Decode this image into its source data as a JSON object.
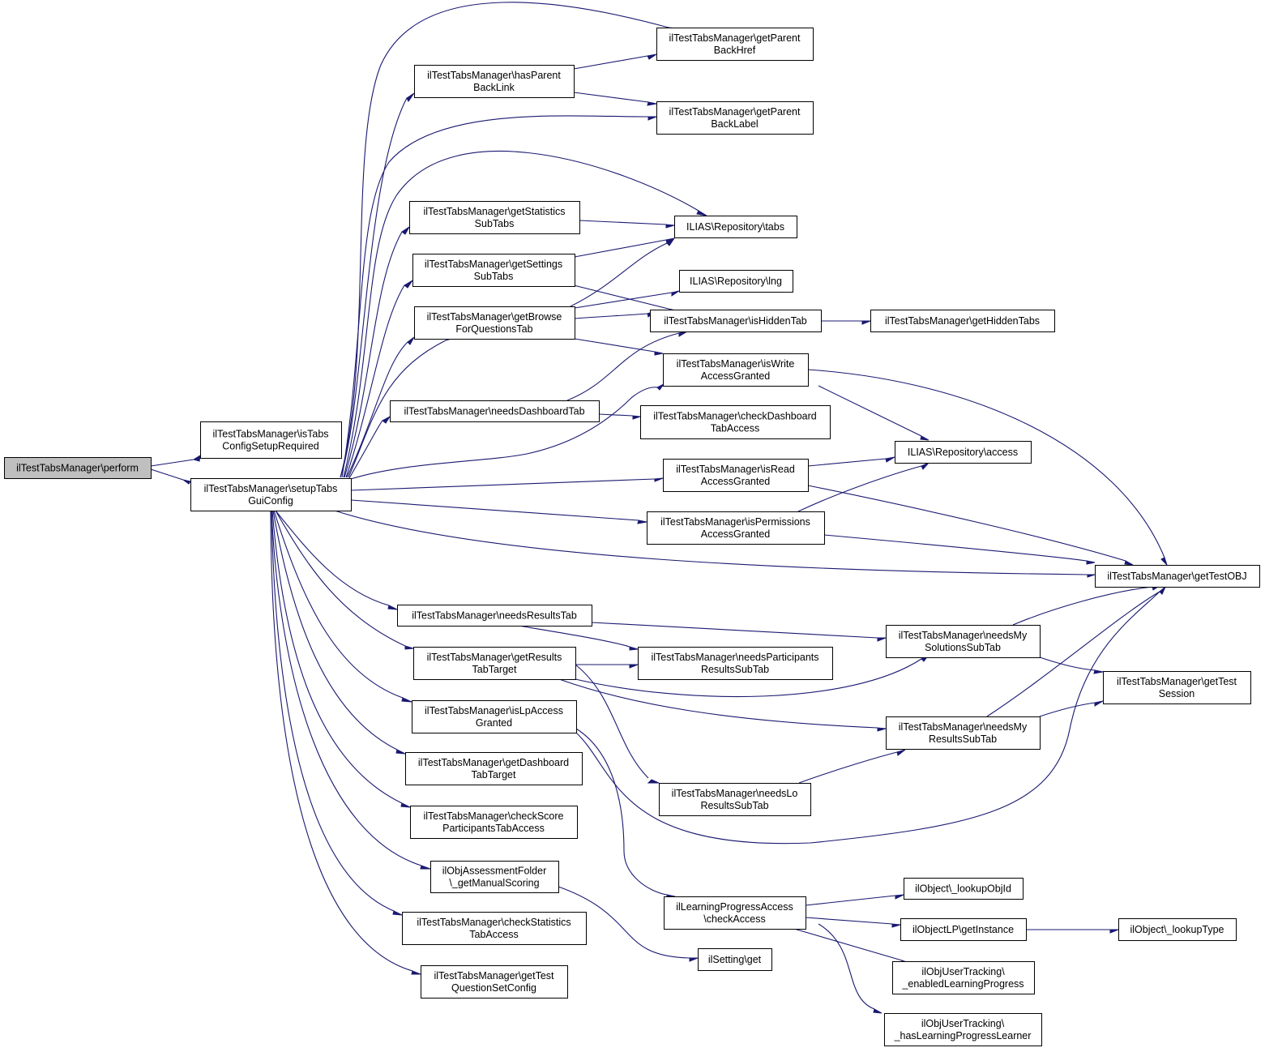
{
  "colors": {
    "edge": "#191970",
    "node_fill": "#ffffff",
    "root_fill": "#bfbfbf",
    "border": "#000000",
    "background": "#ffffff"
  },
  "nodes": [
    {
      "id": "perform",
      "lines": [
        "ilTestTabsManager\\perform"
      ],
      "root": true
    },
    {
      "id": "isTabsConfig",
      "lines": [
        "ilTestTabsManager\\isTabs",
        "ConfigSetupRequired"
      ]
    },
    {
      "id": "setupTabs",
      "lines": [
        "ilTestTabsManager\\setupTabs",
        "GuiConfig"
      ]
    },
    {
      "id": "hasParent",
      "lines": [
        "ilTestTabsManager\\hasParent",
        "BackLink"
      ]
    },
    {
      "id": "getParentHref",
      "lines": [
        "ilTestTabsManager\\getParent",
        "BackHref"
      ]
    },
    {
      "id": "getParentLabel",
      "lines": [
        "ilTestTabsManager\\getParent",
        "BackLabel"
      ]
    },
    {
      "id": "getStatistics",
      "lines": [
        "ilTestTabsManager\\getStatistics",
        "SubTabs"
      ]
    },
    {
      "id": "getSettings",
      "lines": [
        "ilTestTabsManager\\getSettings",
        "SubTabs"
      ]
    },
    {
      "id": "getBrowse",
      "lines": [
        "ilTestTabsManager\\getBrowse",
        "ForQuestionsTab"
      ]
    },
    {
      "id": "needsDashboard",
      "lines": [
        "ilTestTabsManager\\needsDashboardTab"
      ]
    },
    {
      "id": "repoTabs",
      "lines": [
        "ILIAS\\Repository\\tabs"
      ]
    },
    {
      "id": "repoLng",
      "lines": [
        "ILIAS\\Repository\\lng"
      ]
    },
    {
      "id": "isHiddenTab",
      "lines": [
        "ilTestTabsManager\\isHiddenTab"
      ]
    },
    {
      "id": "getHiddenTabs",
      "lines": [
        "ilTestTabsManager\\getHiddenTabs"
      ]
    },
    {
      "id": "isWrite",
      "lines": [
        "ilTestTabsManager\\isWrite",
        "AccessGranted"
      ]
    },
    {
      "id": "checkDashboard",
      "lines": [
        "ilTestTabsManager\\checkDashboard",
        "TabAccess"
      ]
    },
    {
      "id": "repoAccess",
      "lines": [
        "ILIAS\\Repository\\access"
      ]
    },
    {
      "id": "isRead",
      "lines": [
        "ilTestTabsManager\\isRead",
        "AccessGranted"
      ]
    },
    {
      "id": "isPermissions",
      "lines": [
        "ilTestTabsManager\\isPermissions",
        "AccessGranted"
      ]
    },
    {
      "id": "getTestOBJ",
      "lines": [
        "ilTestTabsManager\\getTestOBJ"
      ]
    },
    {
      "id": "needsResults",
      "lines": [
        "ilTestTabsManager\\needsResultsTab"
      ]
    },
    {
      "id": "getResultsTarget",
      "lines": [
        "ilTestTabsManager\\getResults",
        "TabTarget"
      ]
    },
    {
      "id": "needsParticipants",
      "lines": [
        "ilTestTabsManager\\needsParticipants",
        "ResultsSubTab"
      ]
    },
    {
      "id": "needsMySolutions",
      "lines": [
        "ilTestTabsManager\\needsMy",
        "SolutionsSubTab"
      ]
    },
    {
      "id": "getTestSession",
      "lines": [
        "ilTestTabsManager\\getTest",
        "Session"
      ]
    },
    {
      "id": "isLpAccess",
      "lines": [
        "ilTestTabsManager\\isLpAccess",
        "Granted"
      ]
    },
    {
      "id": "needsMyResults",
      "lines": [
        "ilTestTabsManager\\needsMy",
        "ResultsSubTab"
      ]
    },
    {
      "id": "getDashboardTarget",
      "lines": [
        "ilTestTabsManager\\getDashboard",
        "TabTarget"
      ]
    },
    {
      "id": "needsLo",
      "lines": [
        "ilTestTabsManager\\needsLo",
        "ResultsSubTab"
      ]
    },
    {
      "id": "checkScore",
      "lines": [
        "ilTestTabsManager\\checkScore",
        "ParticipantsTabAccess"
      ]
    },
    {
      "id": "manualScoring",
      "lines": [
        "ilObjAssessmentFolder",
        "\\_getManualScoring"
      ]
    },
    {
      "id": "lpCheckAccess",
      "lines": [
        "ilLearningProgressAccess",
        "\\checkAccess"
      ]
    },
    {
      "id": "lookupObjId",
      "lines": [
        "ilObject\\_lookupObjId"
      ]
    },
    {
      "id": "objLPInstance",
      "lines": [
        "ilObjectLP\\getInstance"
      ]
    },
    {
      "id": "lookupType",
      "lines": [
        "ilObject\\_lookupType"
      ]
    },
    {
      "id": "checkStatistics",
      "lines": [
        "ilTestTabsManager\\checkStatistics",
        "TabAccess"
      ]
    },
    {
      "id": "settingGet",
      "lines": [
        "ilSetting\\get"
      ]
    },
    {
      "id": "enabledLP",
      "lines": [
        "ilObjUserTracking\\",
        "_enabledLearningProgress"
      ]
    },
    {
      "id": "getQuestionSet",
      "lines": [
        "ilTestTabsManager\\getTest",
        "QuestionSetConfig"
      ]
    },
    {
      "id": "hasLPLearner",
      "lines": [
        "ilObjUserTracking\\",
        "_hasLearningProgressLearner"
      ]
    }
  ]
}
